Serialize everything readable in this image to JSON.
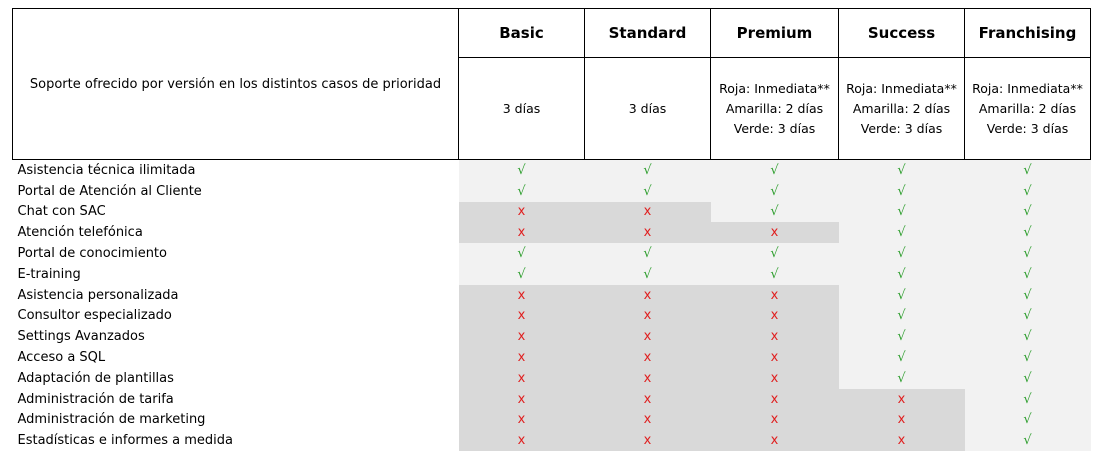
{
  "colors": {
    "check": "#2e9e2e",
    "cross": "#e02020",
    "included_bg": "#f2f2f2",
    "excluded_bg": "#d9d9d9"
  },
  "header": {
    "description": "Soporte ofrecido por versión en los distintos casos de prioridad",
    "plans": [
      {
        "name": "Basic",
        "sla": [
          "3 días"
        ]
      },
      {
        "name": "Standard",
        "sla": [
          "3 días"
        ]
      },
      {
        "name": "Premium",
        "sla": [
          "Roja: Inmediata**",
          "Amarilla: 2 días",
          "Verde: 3 días"
        ]
      },
      {
        "name": "Success",
        "sla": [
          "Roja: Inmediata**",
          "Amarilla: 2 días",
          "Verde: 3 días"
        ]
      },
      {
        "name": "Franchising",
        "sla": [
          "Roja: Inmediata**",
          "Amarilla: 2 días",
          "Verde: 3 días"
        ]
      }
    ]
  },
  "marks": {
    "yes": "√",
    "no": "x"
  },
  "features": [
    {
      "name": "Asistencia técnica ilimitada",
      "included": [
        true,
        true,
        true,
        true,
        true
      ]
    },
    {
      "name": "Portal de Atención al Cliente",
      "included": [
        true,
        true,
        true,
        true,
        true
      ]
    },
    {
      "name": "Chat con SAC",
      "included": [
        false,
        false,
        true,
        true,
        true
      ]
    },
    {
      "name": "Atención telefónica",
      "included": [
        false,
        false,
        false,
        true,
        true
      ]
    },
    {
      "name": "Portal de conocimiento",
      "included": [
        true,
        true,
        true,
        true,
        true
      ]
    },
    {
      "name": "E-training",
      "included": [
        true,
        true,
        true,
        true,
        true
      ]
    },
    {
      "name": "Asistencia personalizada",
      "included": [
        false,
        false,
        false,
        true,
        true
      ]
    },
    {
      "name": "Consultor especializado",
      "included": [
        false,
        false,
        false,
        true,
        true
      ]
    },
    {
      "name": "Settings Avanzados",
      "included": [
        false,
        false,
        false,
        true,
        true
      ]
    },
    {
      "name": "Acceso a SQL",
      "included": [
        false,
        false,
        false,
        true,
        true
      ]
    },
    {
      "name": "Adaptación de plantillas",
      "included": [
        false,
        false,
        false,
        true,
        true
      ]
    },
    {
      "name": "Administración de tarifa",
      "included": [
        false,
        false,
        false,
        false,
        true
      ]
    },
    {
      "name": "Administración de marketing",
      "included": [
        false,
        false,
        false,
        false,
        true
      ]
    },
    {
      "name": "Estadísticas e informes a medida",
      "included": [
        false,
        false,
        false,
        false,
        true
      ]
    }
  ]
}
